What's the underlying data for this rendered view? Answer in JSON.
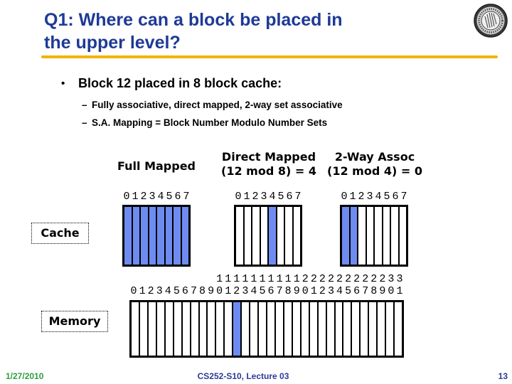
{
  "title": {
    "line1": "Q1: Where can a block be placed in",
    "line2": "the upper level?"
  },
  "bullets": {
    "bullet_char": "•",
    "dash_char": "–",
    "main": "Block 12 placed in 8 block cache:",
    "sub1": "Fully associative, direct mapped, 2-way set associative",
    "sub2": "S.A. Mapping = Block Number Modulo Number Sets"
  },
  "columns": [
    {
      "title": "Full Mapped",
      "subtitle": "",
      "digits": "01234567",
      "blocks": {
        "count": 8,
        "highlighted": [
          0,
          1,
          2,
          3,
          4,
          5,
          6,
          7
        ]
      }
    },
    {
      "title": "Direct Mapped",
      "subtitle": "(12 mod 8) = 4",
      "digits": "01234567",
      "blocks": {
        "count": 8,
        "highlighted": [
          4
        ]
      }
    },
    {
      "title": "2-Way Assoc",
      "subtitle": "(12 mod 4) = 0",
      "digits": "01234567",
      "blocks": {
        "count": 8,
        "highlighted": [
          0,
          1
        ]
      }
    }
  ],
  "cache_label": "Cache",
  "memory_label": "Memory",
  "memory": {
    "tens_row": "1111111111222222222233",
    "ones_row": "01234567890123456789012345678901",
    "blocks": {
      "count": 32,
      "highlighted": [
        12
      ]
    }
  },
  "colors": {
    "highlight_blue": "#6e8cf0",
    "title_blue": "#1e3a96",
    "underline_gold": "#f0b400",
    "footer_green": "#2f9e3f",
    "footer_blue": "#2b3a96"
  },
  "footer": {
    "date": "1/27/2010",
    "course": "CS252-S10, Lecture 03",
    "page": "13"
  }
}
